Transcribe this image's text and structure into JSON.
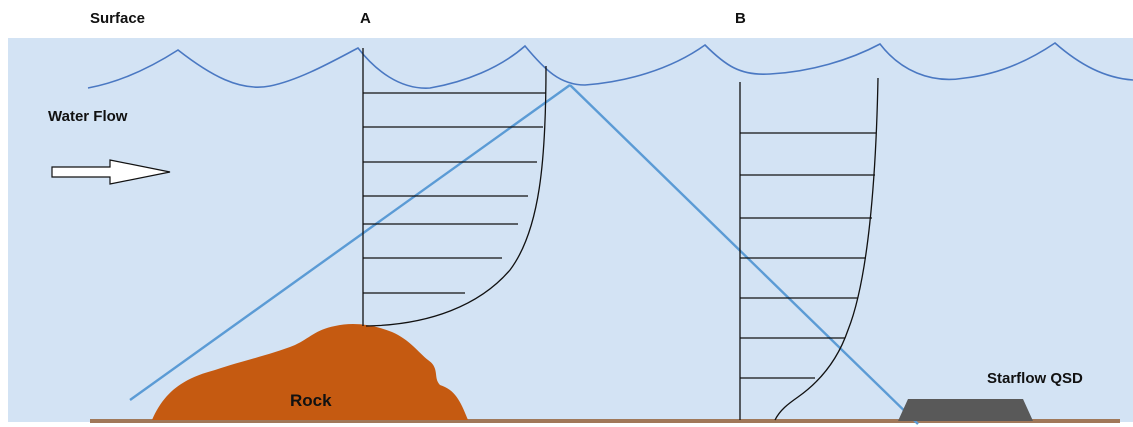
{
  "labels": {
    "surface": "Surface",
    "profile_a": "A",
    "profile_b": "B",
    "water_flow": "Water Flow",
    "rock": "Rock",
    "device": "Starflow QSD"
  },
  "colors": {
    "water": "#d3e3f4",
    "wave": "#4a78c2",
    "beam": "#5b9bd5",
    "rock": "#c55a11",
    "riverbed": "#a0795a",
    "device": "#595959",
    "profile_lines": "#111111"
  },
  "icons": {
    "flow_arrow": "arrow-right-outline-icon"
  }
}
